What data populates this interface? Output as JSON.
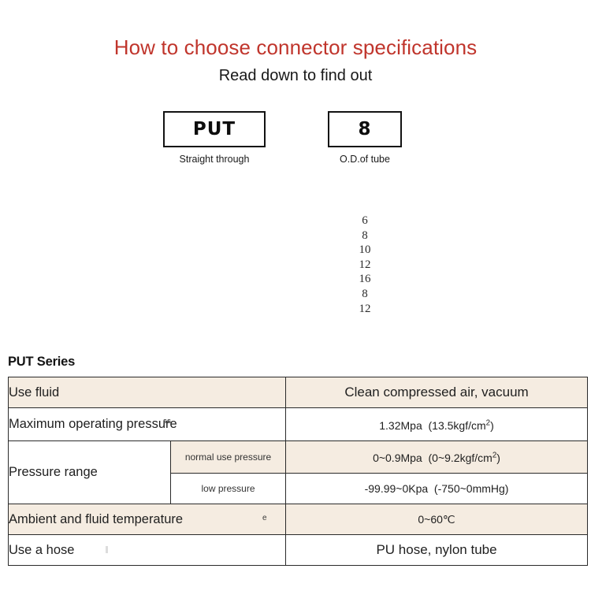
{
  "header": {
    "title": "How to choose connector specifications",
    "subtitle": "Read down to find out",
    "title_color": "#c0352c"
  },
  "code_boxes": [
    {
      "code": "PUT",
      "caption": "Straight through"
    },
    {
      "code": "8",
      "caption": "O.D.of tube"
    }
  ],
  "tube_sizes": [
    "6",
    "8",
    "10",
    "12",
    "16",
    "8",
    "12"
  ],
  "spec": {
    "series_heading": "PUT Series",
    "row_shade_color": "#f5ece1",
    "rows": [
      {
        "label": "Use fluid",
        "sublabel": null,
        "value": "Clean compressed air, vacuum",
        "value_size": "big",
        "shade": "beige"
      },
      {
        "label": "Maximum operating pressure",
        "sublabel": null,
        "value": "1.32Mpa  (13.5kgf/cm²)",
        "value_size": "small",
        "shade": "white"
      },
      {
        "label": "Pressure range",
        "sublabel": "normal use pressure",
        "value": "0~0.9Mpa  (0~9.2kgf/cm²)",
        "value_size": "small",
        "shade": "beige"
      },
      {
        "label": "",
        "sublabel": "low pressure",
        "value": "-99.99~0Kpa  (-750~0mmHg)",
        "value_size": "small",
        "shade": "white"
      },
      {
        "label": "Ambient and fluid temperature",
        "sublabel": null,
        "value": "0~60℃",
        "value_size": "small",
        "shade": "beige"
      },
      {
        "label": "Use a hose",
        "sublabel": null,
        "value": "PU hose, nylon tube",
        "value_size": "big",
        "shade": "white"
      }
    ]
  }
}
